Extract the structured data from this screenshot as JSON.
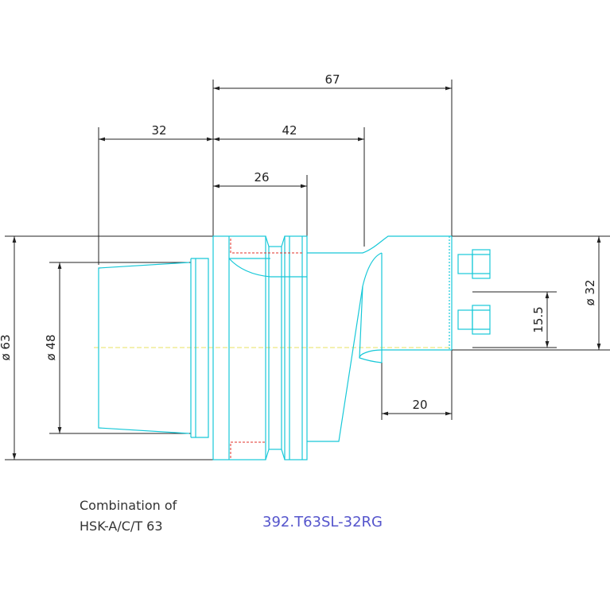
{
  "dimensions": {
    "d67": "67",
    "d32_top": "32",
    "d42": "42",
    "d26": "26",
    "dia63": "ø 63",
    "dia48": "ø 48",
    "dia32": "ø 32",
    "d15_5": "15.5",
    "d20": "20"
  },
  "notes": {
    "line1": "Combination of",
    "line2": "HSK-A/C/T 63"
  },
  "part_number": "392.T63SL-32RG",
  "colors": {
    "outline": "#17c8d8",
    "dimension": "#222222",
    "hidden": "#e0302a",
    "centerline": "#e8e060",
    "part_number": "#5555cc"
  }
}
